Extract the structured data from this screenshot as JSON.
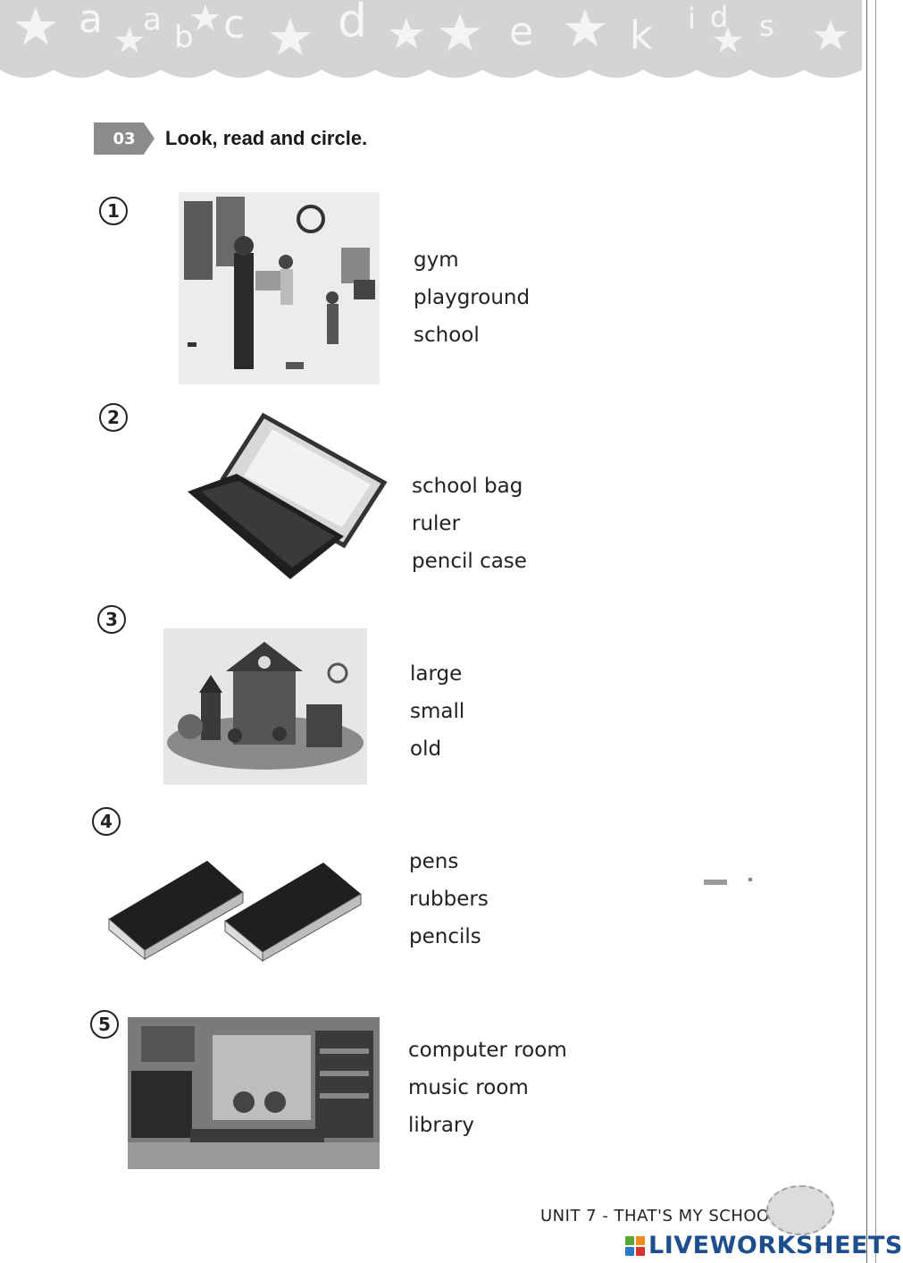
{
  "banner": {
    "letters": [
      "a",
      "a",
      "b",
      "c",
      "d",
      "e",
      "k",
      "i",
      "d",
      "s"
    ]
  },
  "exercise": {
    "number": "03",
    "instruction": "Look, read and circle."
  },
  "questions": [
    {
      "number": "1",
      "picture": "gym-scene-icon",
      "options": [
        "gym",
        "playground",
        "school"
      ]
    },
    {
      "number": "2",
      "picture": "pencil-case-icon",
      "options": [
        "school bag",
        "ruler",
        "pencil case"
      ]
    },
    {
      "number": "3",
      "picture": "school-building-icon",
      "options": [
        "large",
        "small",
        "old"
      ]
    },
    {
      "number": "4",
      "picture": "erasers-icon",
      "options": [
        "pens",
        "rubbers",
        "pencils"
      ]
    },
    {
      "number": "5",
      "picture": "music-room-icon",
      "options": [
        "computer room",
        "music room",
        "library"
      ]
    }
  ],
  "footer": {
    "unit": "UNIT 7 - THAT'S MY SCHOOL",
    "brand": "LIVEWORKSHEETS"
  },
  "colors": {
    "brand_blue": "#1f4e8c",
    "logo_green": "#5aa832",
    "logo_orange": "#f08a1c",
    "logo_blue": "#2a78c8",
    "logo_red": "#d8342c"
  }
}
